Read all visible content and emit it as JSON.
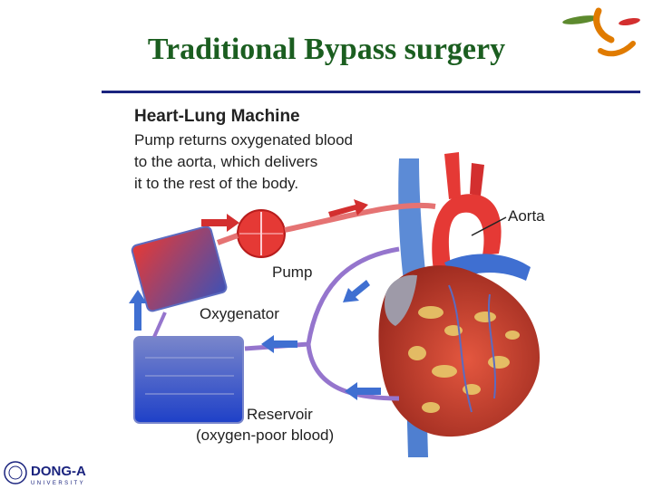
{
  "slide": {
    "title": "Traditional Bypass surgery"
  },
  "diagram": {
    "heading": "Heart-Lung Machine",
    "caption_lines": [
      "Pump returns oxygenated blood",
      "to the aorta, which delivers",
      "it to the rest of the body."
    ],
    "labels": {
      "aorta": "Aorta",
      "pump": "Pump",
      "oxygenator": "Oxygenator",
      "reservoir": "Reservoir",
      "reservoir_note": "(oxygen-poor blood)"
    },
    "colors": {
      "oxygenated": "#d32f2f",
      "deoxygenated": "#3949ab",
      "tubing": "#9575cd",
      "heart_muscle": "#c0392b",
      "fat": "#e8c96a"
    }
  },
  "footer": {
    "logo_text": "DONG-A",
    "logo_subtext": "UNIVERSITY"
  }
}
